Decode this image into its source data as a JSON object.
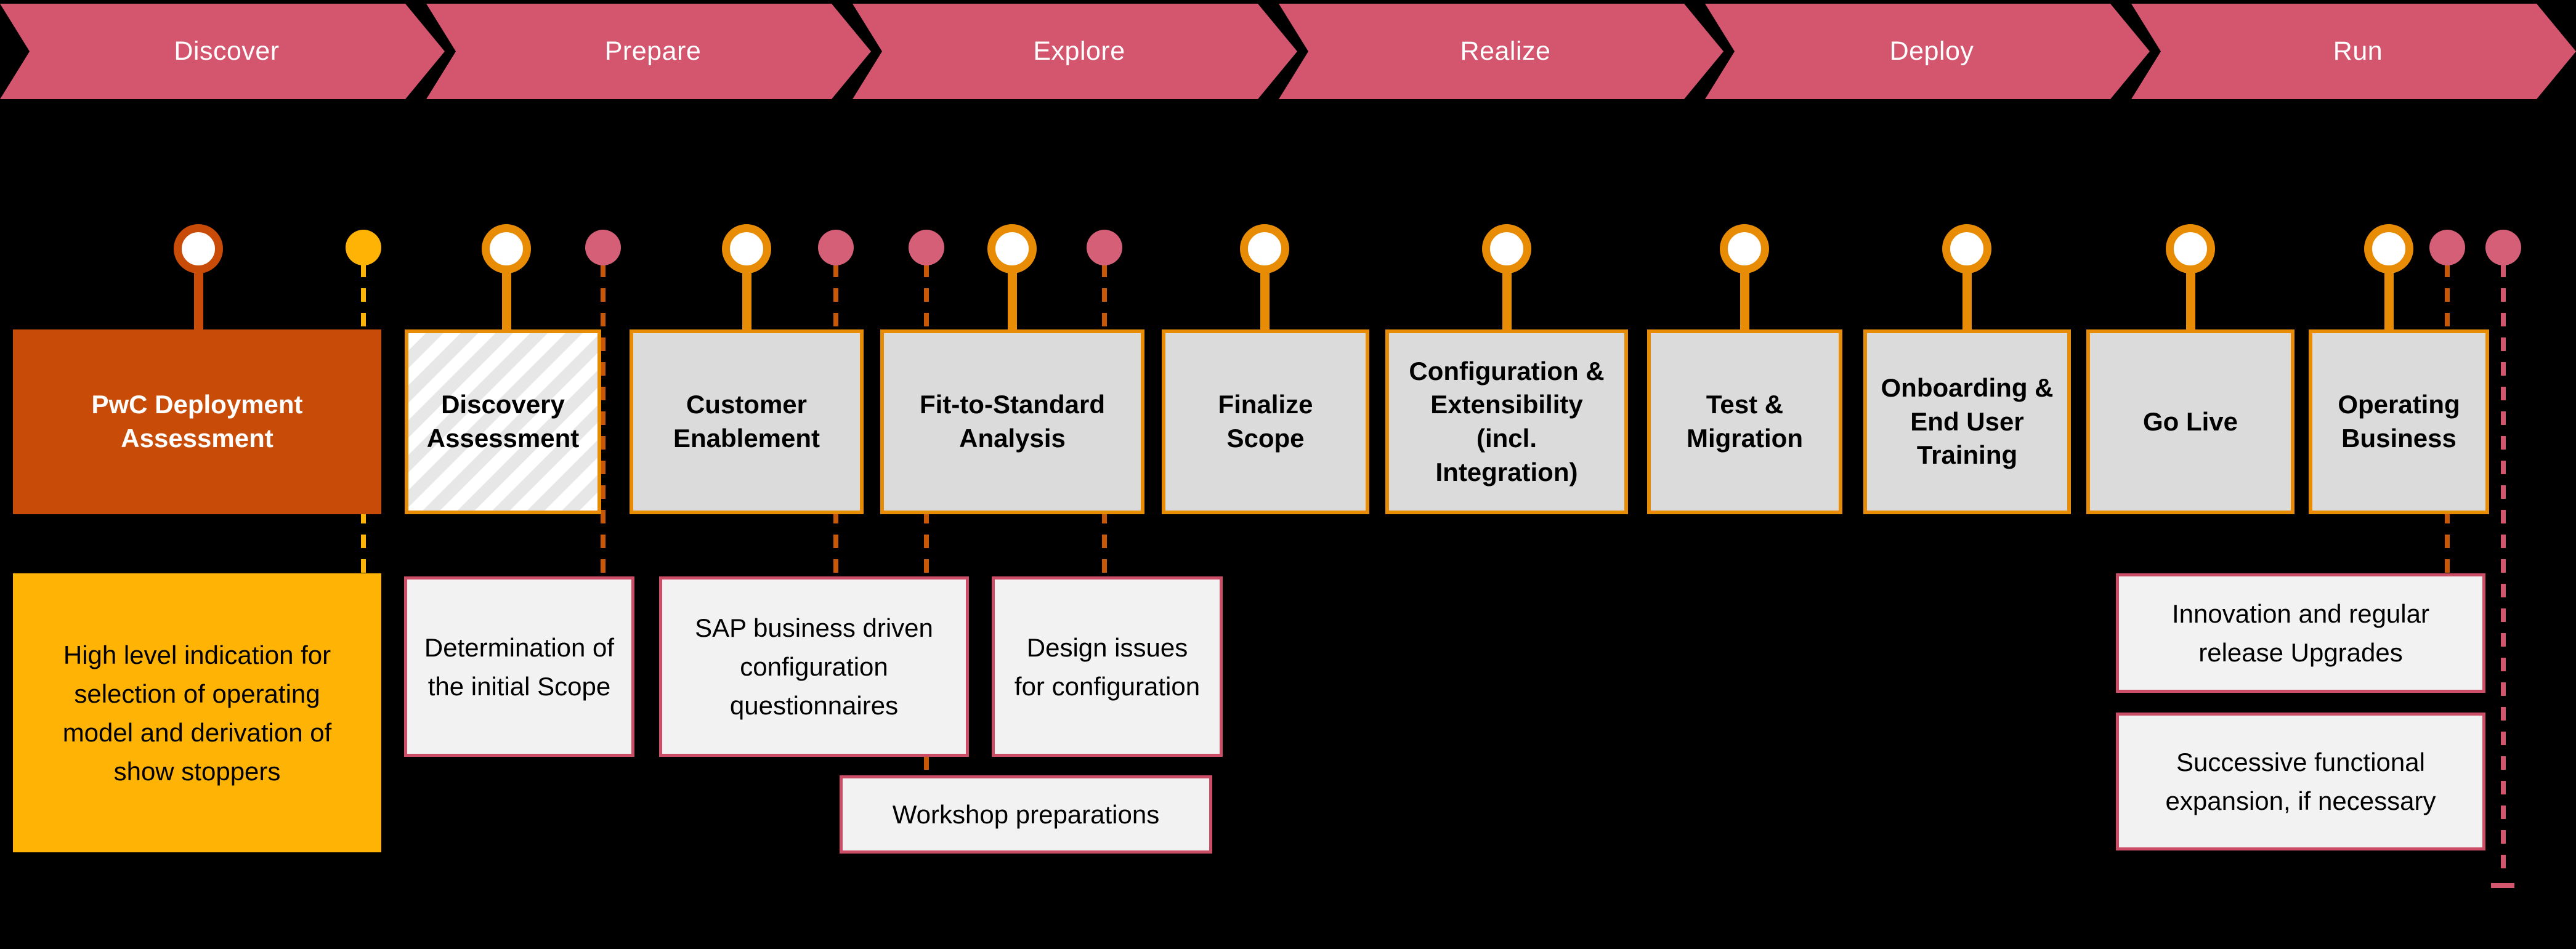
{
  "phases": [
    "Discover",
    "Prepare",
    "Explore",
    "Realize",
    "Deploy",
    "Run"
  ],
  "workstreams": [
    {
      "label": "PwC Deployment\nAssessment"
    },
    {
      "label": "Discovery\nAssessment"
    },
    {
      "label": "Customer\nEnablement"
    },
    {
      "label": "Fit-to-Standard\nAnalysis"
    },
    {
      "label": "Finalize\nScope"
    },
    {
      "label": "Configuration &\nExtensibility\n(incl.\nIntegration)"
    },
    {
      "label": "Test &\nMigration"
    },
    {
      "label": "Onboarding &\nEnd User\nTraining"
    },
    {
      "label": "Go Live"
    },
    {
      "label": "Operating\nBusiness"
    }
  ],
  "activities": [
    {
      "label": "High level indication for\nselection of operating\nmodel and derivation of\nshow stoppers"
    },
    {
      "label": "Determination of\nthe initial Scope"
    },
    {
      "label": "SAP business driven\nconfiguration\nquestionnaires"
    },
    {
      "label": "Design issues\nfor configuration"
    },
    {
      "label": "Workshop preparations"
    },
    {
      "label": "Innovation and regular\nrelease Upgrades"
    },
    {
      "label": "Successive functional\nexpansion, if necessary"
    }
  ],
  "colors": {
    "background": "#000000",
    "phase_chevron": "#D4556E",
    "pwc_dark_orange": "#C84B07",
    "orange": "#E88C05",
    "rust_dash": "#C85708",
    "amber": "#FFB305",
    "gray_fill": "#DBDBDB",
    "light_fill": "#F2F2F2",
    "rose_border": "#CC4E66",
    "pink_dot": "#D55F77"
  }
}
